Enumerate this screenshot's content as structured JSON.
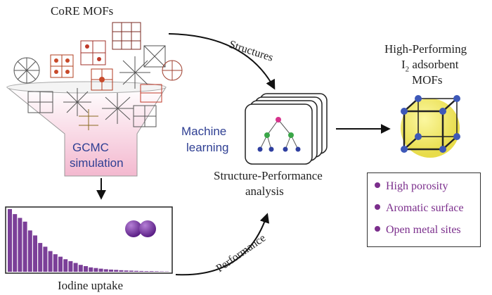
{
  "labels": {
    "core_mofs": "CoRE MOFs",
    "gcmc_line1": "GCMC",
    "gcmc_line2": "simulation",
    "iodine_uptake": "Iodine uptake",
    "structures": "Structures",
    "performance": "Performance",
    "ml_line1": "Machine",
    "ml_line2": "learning",
    "spa_line1": "Structure-Performance",
    "spa_line2": "analysis",
    "hp_line1": "High-Performing",
    "hp_line2_main": "I",
    "hp_line2_sub": "2",
    "hp_line2_rest": " adsorbent",
    "hp_line3": "MOFs"
  },
  "properties": [
    "High porosity",
    "Aromatic surface",
    "Open metal sites"
  ],
  "colors": {
    "histogram": "#7b3f98",
    "property_text": "#7b2e8c",
    "blue_text": "#2f3f93",
    "cube_fill": "#efe86a",
    "cube_node": "#3d58b8",
    "funnel_top": "#ffffff",
    "funnel_bottom": "#f3b8cf"
  },
  "histogram_data": {
    "type": "bar",
    "values": [
      1.0,
      0.92,
      0.86,
      0.8,
      0.66,
      0.58,
      0.46,
      0.4,
      0.33,
      0.28,
      0.24,
      0.2,
      0.17,
      0.14,
      0.11,
      0.09,
      0.07,
      0.06,
      0.05,
      0.04,
      0.035,
      0.03,
      0.025,
      0.02,
      0.018,
      0.015,
      0.012,
      0.01,
      0.01,
      0.008,
      0.006,
      0.005
    ]
  }
}
